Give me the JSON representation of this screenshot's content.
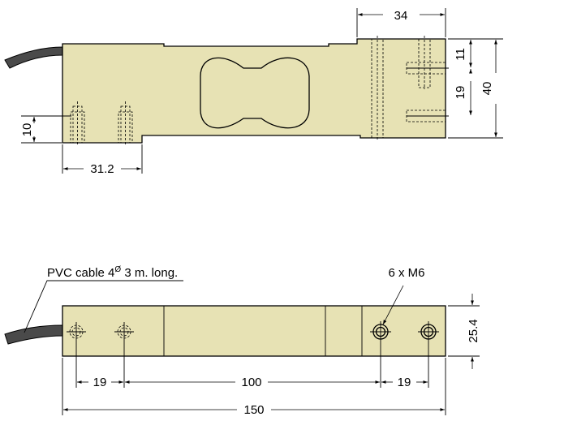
{
  "drawing": {
    "colors": {
      "body": "#e7e2b4",
      "line": "#000000",
      "cable": "#4a4a4a"
    },
    "side_view": {
      "dim_top_width": "34",
      "dim_upper_hole": "11",
      "dim_hole_spacing": "19",
      "dim_height": "40",
      "dim_left_offset": "10",
      "dim_left_width": "31.2"
    },
    "top_view": {
      "cable_label": "PVC cable 4",
      "cable_label_sup": "Ø",
      "cable_label_rest": " 3 m. long.",
      "thread_label": "6 x M6",
      "dim_width": "25.4",
      "dim_left_spacing": "19",
      "dim_center": "100",
      "dim_right_spacing": "19",
      "dim_total_length": "150"
    }
  }
}
